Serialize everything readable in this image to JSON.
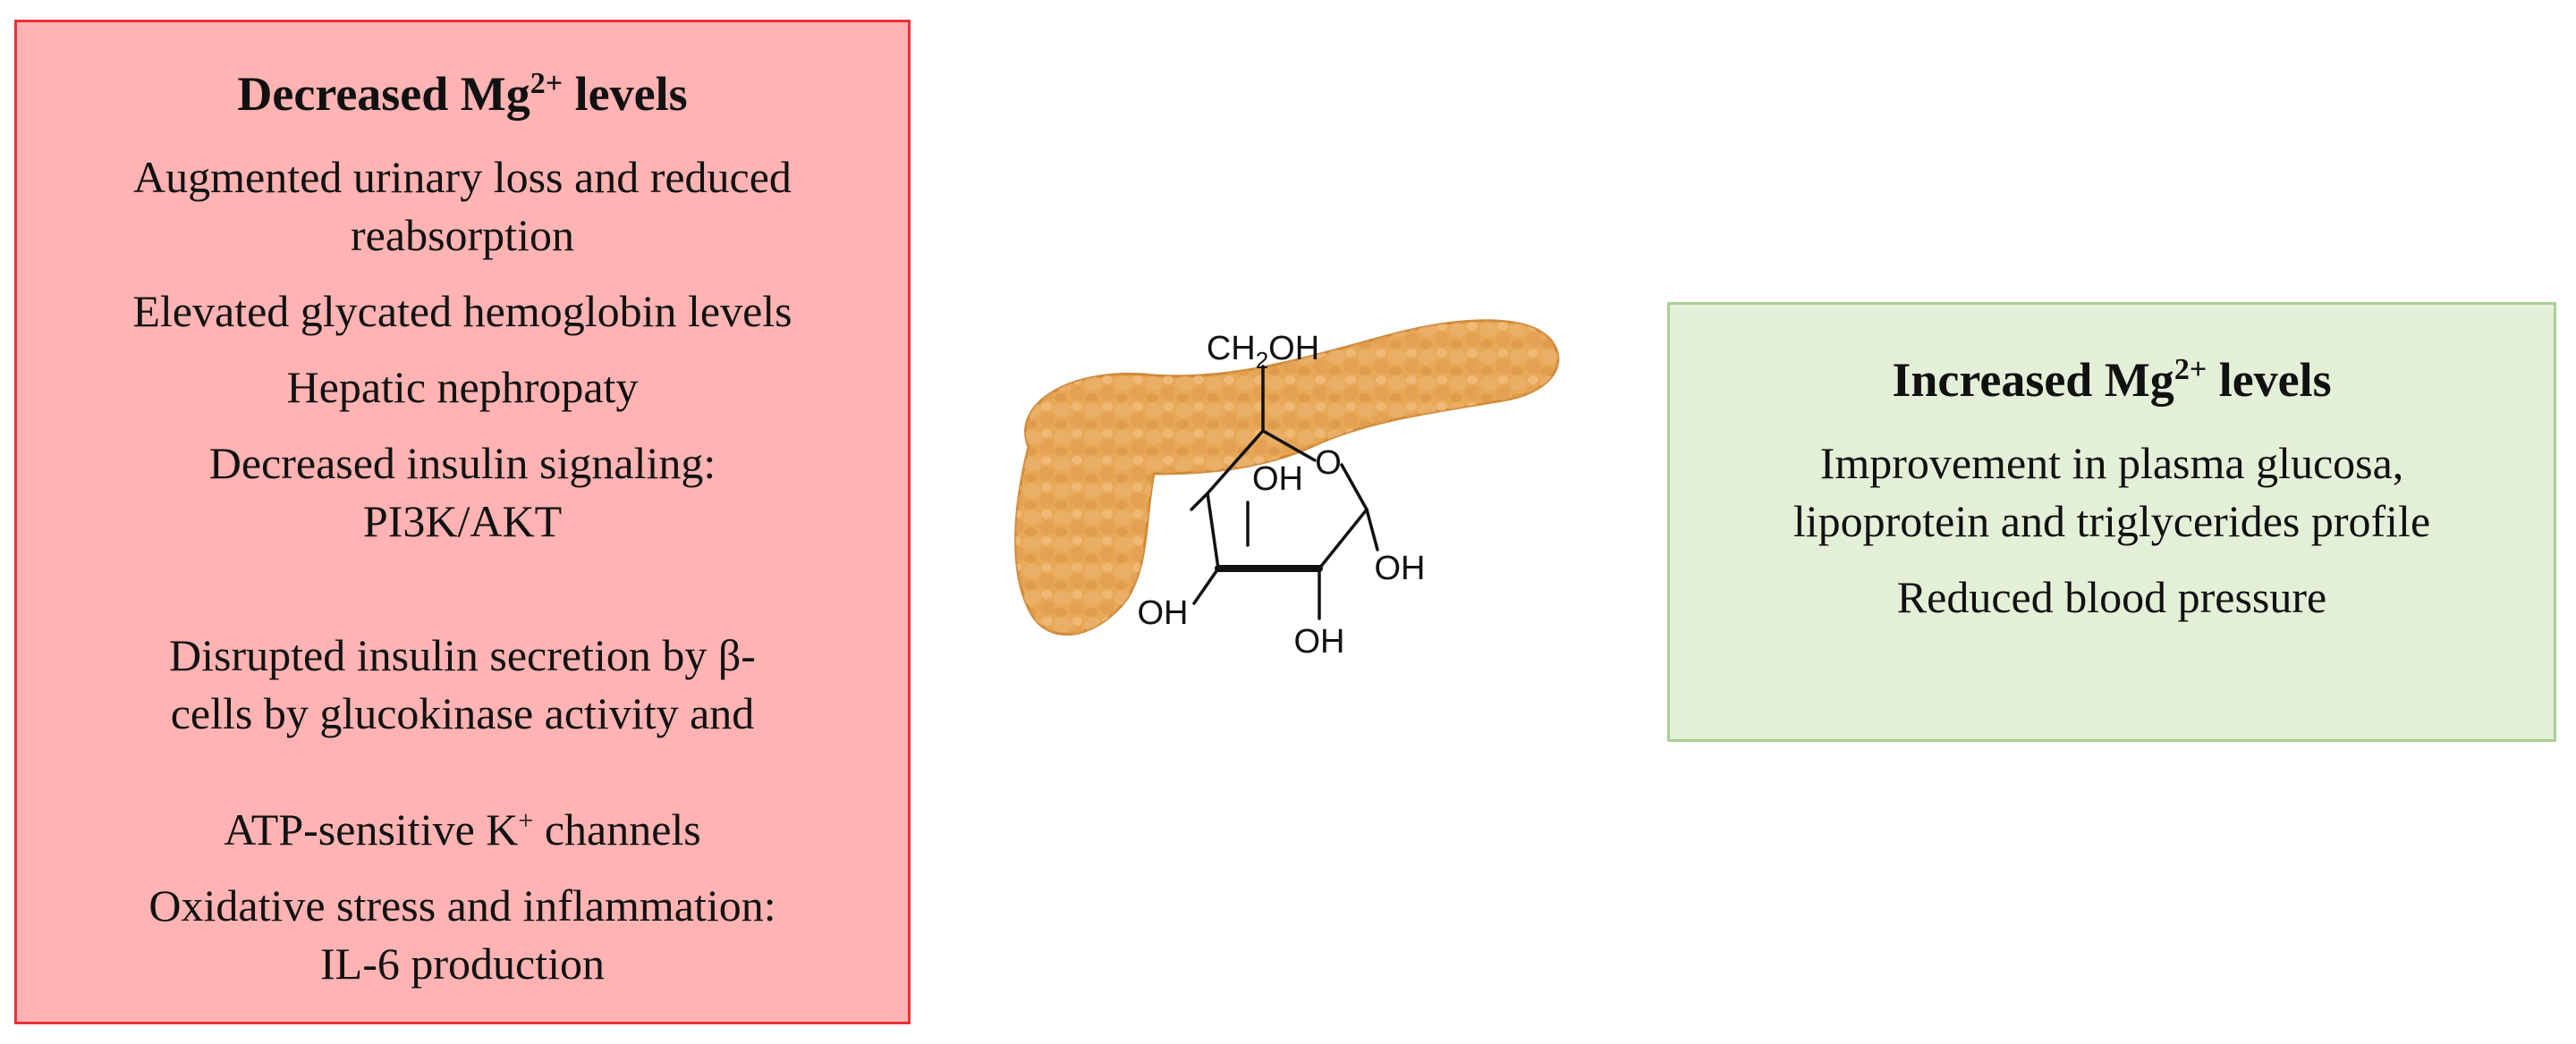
{
  "decreased": {
    "title_main": "Decreased Mg",
    "title_sup": "2+",
    "title_rest": " levels",
    "items": [
      "Augmented urinary loss and reduced\nreabsorption",
      "Elevated glycated hemoglobin levels",
      "Hepatic nephropaty",
      "Decreased insulin signaling:\nPI3K/AKT",
      "Disrupted insulin secretion by β-\ncells by glucokinase activity and",
      "Oxidative stress and inflammation:\nIL-6 production"
    ],
    "channel_line_main": "ATP-sensitive K",
    "channel_line_sup": "+",
    "channel_line_rest": " channels"
  },
  "increased": {
    "title_main": "Increased Mg",
    "title_sup": "2+",
    "title_rest": " levels",
    "items": [
      "Improvement in plasma glucosa,\nlipoprotein and triglycerides profile",
      "Reduced blood pressure"
    ]
  },
  "glucose": {
    "ch2oh_c": "CH",
    "ch2oh_sub": "2",
    "ch2oh_oh": "OH",
    "ring_o": "O",
    "oh_labels": [
      "OH",
      "OH",
      "OH",
      "OH"
    ]
  },
  "colors": {
    "decreased_fill": "#ffb3b3",
    "decreased_border": "#e8303a",
    "increased_fill": "#e4efd8",
    "increased_border": "#a9cf95",
    "pancreas": "#e8a957"
  }
}
